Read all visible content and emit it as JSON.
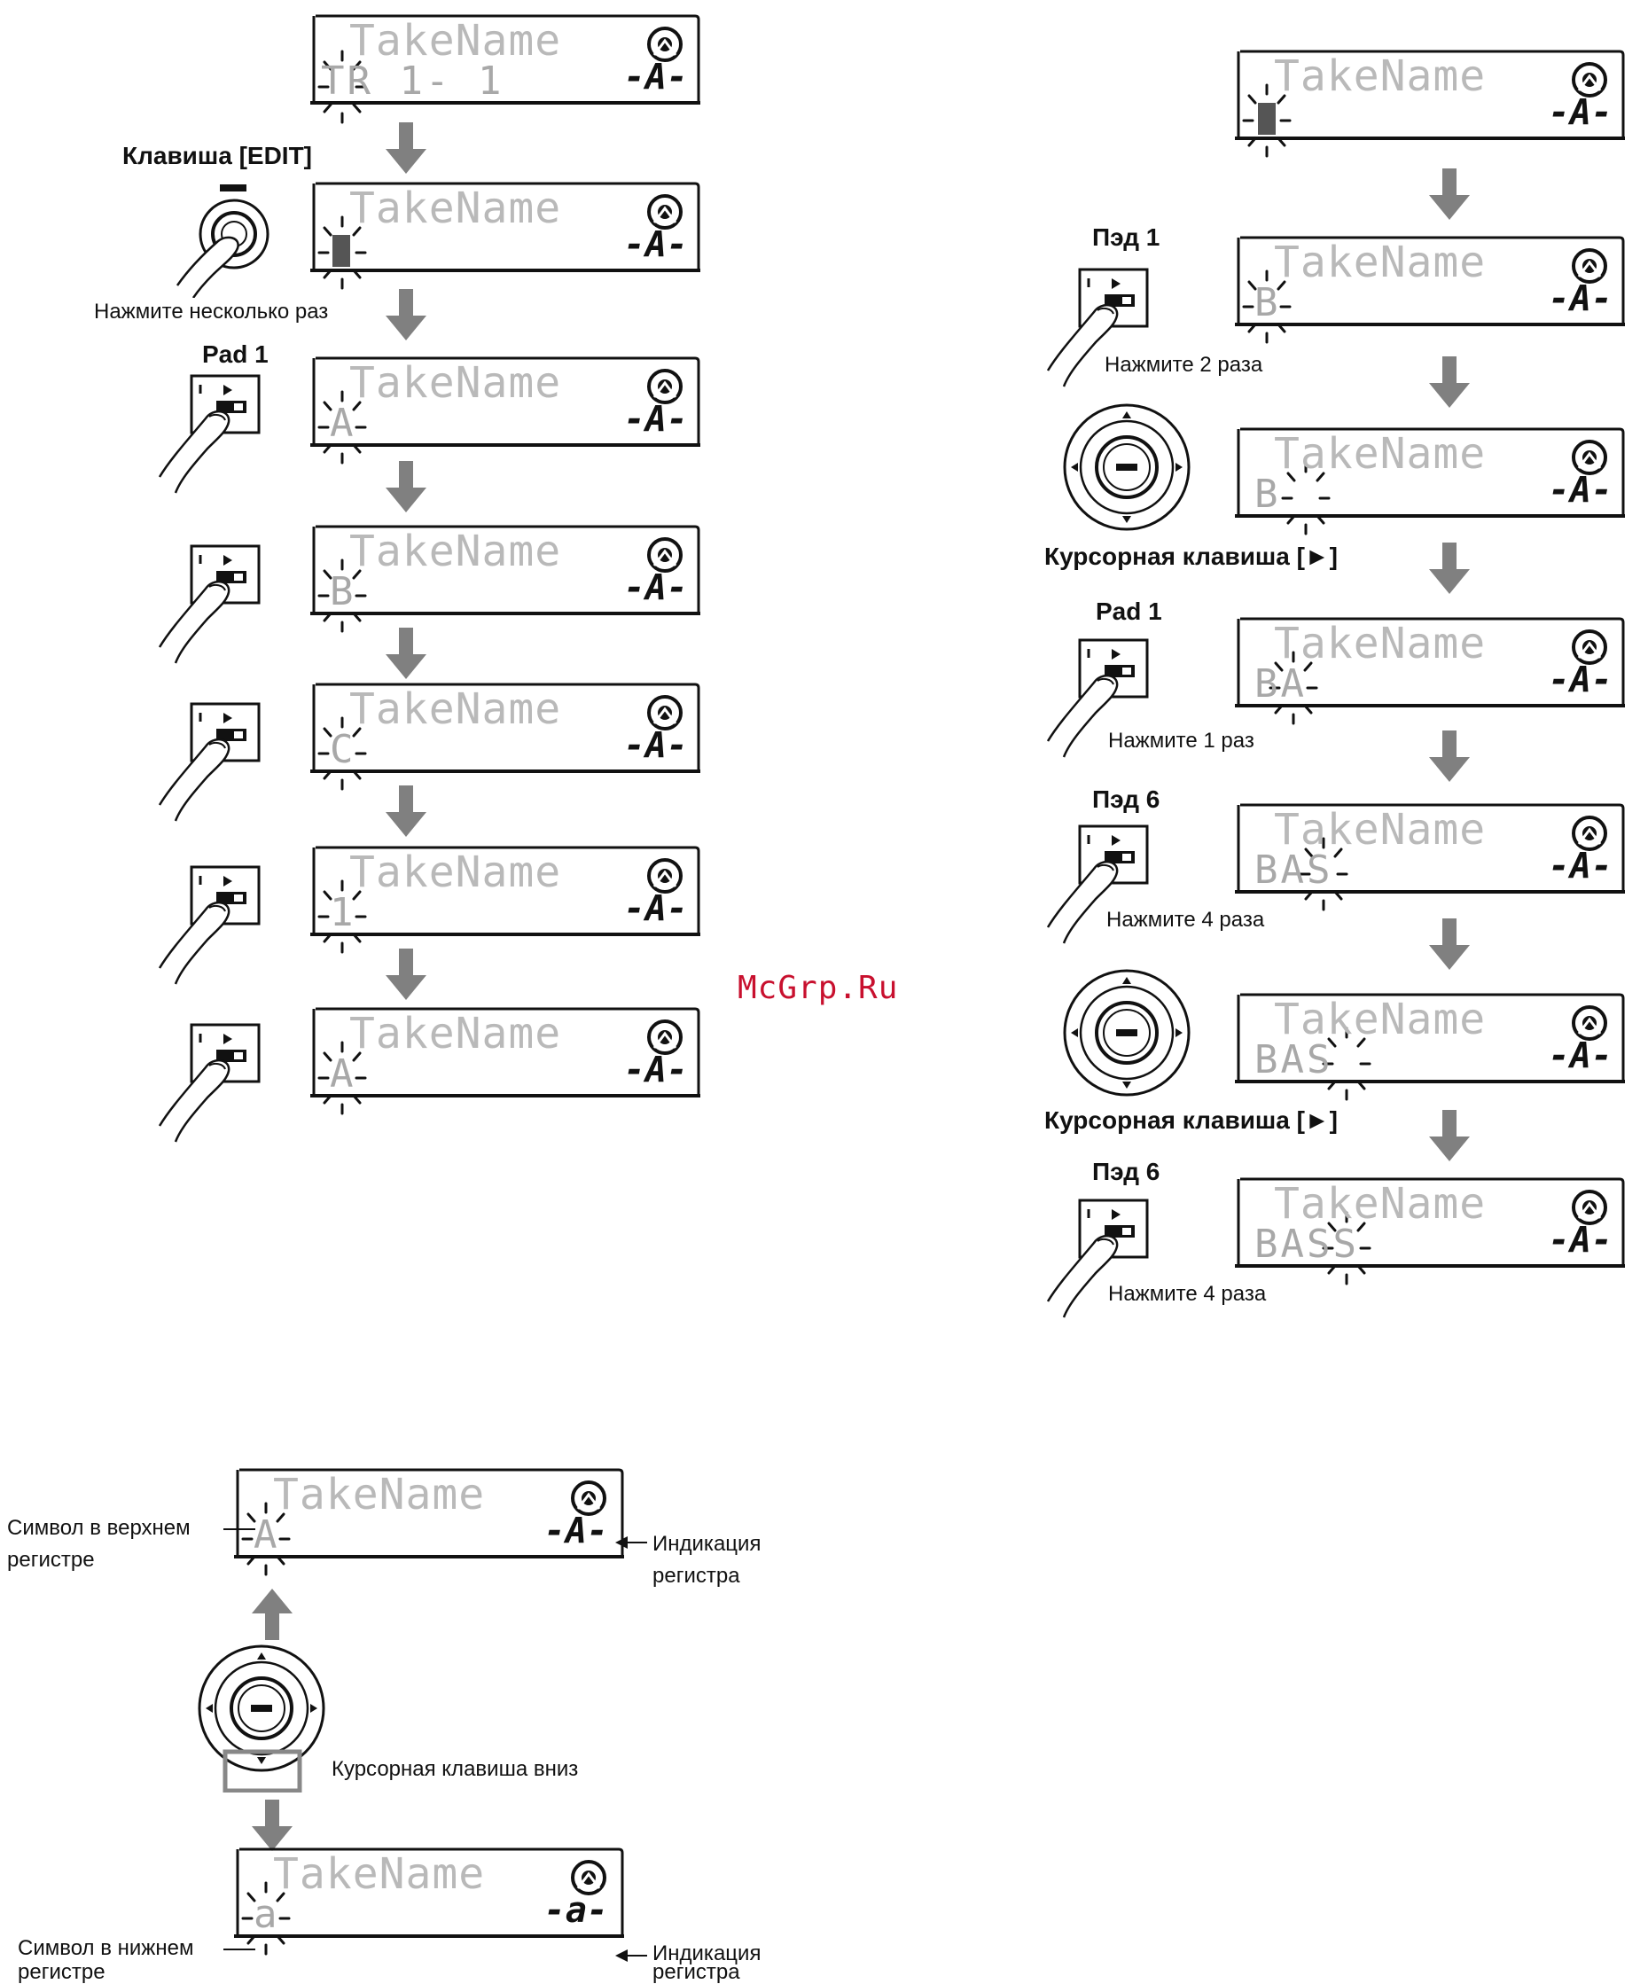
{
  "lcd_title": "TakeName",
  "register_upper": "-A-",
  "register_lower": "-a-",
  "left_column": {
    "screens": [
      "TR 1- 1",
      "",
      "A",
      "B",
      "C",
      "1",
      "A"
    ],
    "label_edit_key": "Клавиша [EDIT]",
    "note_press_several": "Нажмите несколько раз",
    "label_pad1": "Pad 1"
  },
  "right_column": {
    "screens": [
      "",
      "B",
      "B",
      "BA",
      "BAS",
      "BAS",
      "BASS"
    ],
    "label_pad1_a": "Пэд 1",
    "note_press_2": "Нажмите 2 раза",
    "label_cursor_right_a": "Курсорная клавиша [►]",
    "label_pad1_b": "Pad 1",
    "note_press_1": "Нажмите 1 раз",
    "label_pad6_a": "Пэд 6",
    "note_press_4_a": "Нажмите 4 раза",
    "label_cursor_right_b": "Курсорная клавиша [►]",
    "label_pad6_b": "Пэд 6",
    "note_press_4_b": "Нажмите 4 раза"
  },
  "bottom": {
    "upper_char": "A",
    "lower_char": "a",
    "upper_symbol_label_1": "Символ в верхнем",
    "upper_symbol_label_2": "регистре",
    "lower_symbol_label_1": "Символ в нижнем",
    "lower_symbol_label_2": "регистре",
    "register_label_1": "Индикация",
    "register_label_2": "регистра",
    "cursor_down_label": "Курсорная клавиша вниз"
  },
  "watermark": "McGrp.Ru",
  "colors": {
    "arrow": "#808080",
    "lcd_text": "#b0b0b0",
    "border": "#111111",
    "watermark": "#c8102e"
  }
}
